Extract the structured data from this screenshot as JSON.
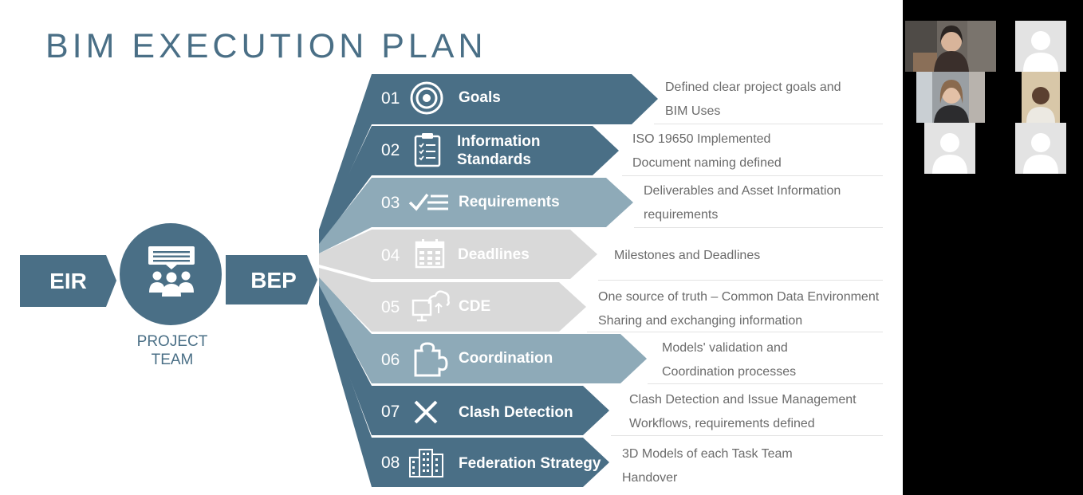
{
  "slide": {
    "title": "BIM EXECUTION PLAN",
    "eir": "EIR",
    "bep": "BEP",
    "team_line1": "PROJECT",
    "team_line2": "TEAM",
    "colors": {
      "dark": "#4a6f86",
      "mid": "#8eaab8",
      "light": "#d9d9d9",
      "title": "#4a6f86"
    }
  },
  "steps": [
    {
      "num": "01",
      "label1": "Goals",
      "label2": "",
      "icon": "target-icon",
      "desc1": "Defined clear project goals and",
      "desc2": "BIM Uses"
    },
    {
      "num": "02",
      "label1": "Information",
      "label2": "Standards",
      "icon": "clipboard-checklist-icon",
      "desc1": "ISO 19650 Implemented",
      "desc2": "Document naming defined"
    },
    {
      "num": "03",
      "label1": "Requirements",
      "label2": "",
      "icon": "checklist-icon",
      "desc1": "Deliverables and  Asset Information",
      "desc2": "requirements"
    },
    {
      "num": "04",
      "label1": "Deadlines",
      "label2": "",
      "icon": "calendar-icon",
      "desc1": "Milestones and Deadlines",
      "desc2": ""
    },
    {
      "num": "05",
      "label1": "CDE",
      "label2": "",
      "icon": "cloud-monitor-icon",
      "desc1": "One source of truth – Common Data Environment",
      "desc2": "Sharing and exchanging information"
    },
    {
      "num": "06",
      "label1": "Coordination",
      "label2": "",
      "icon": "puzzle-icon",
      "desc1": "Models' validation and",
      "desc2": "Coordination processes"
    },
    {
      "num": "07",
      "label1": "Clash Detection",
      "label2": "",
      "icon": "x-cross-icon",
      "desc1": "Clash Detection and Issue Management",
      "desc2": "Workflows, requirements defined"
    },
    {
      "num": "08",
      "label1": "Federation Strategy",
      "label2": "",
      "icon": "buildings-icon",
      "desc1": "3D Models of each Task Team",
      "desc2": "Handover"
    }
  ],
  "participants": [
    {
      "icon": "participant-video-icon",
      "type": "video"
    },
    {
      "icon": "avatar-placeholder-icon",
      "type": "placeholder"
    },
    {
      "icon": "participant-video-icon",
      "type": "video"
    },
    {
      "icon": "participant-video-icon",
      "type": "video"
    },
    {
      "icon": "avatar-placeholder-icon",
      "type": "placeholder"
    },
    {
      "icon": "avatar-placeholder-icon",
      "type": "placeholder"
    }
  ]
}
